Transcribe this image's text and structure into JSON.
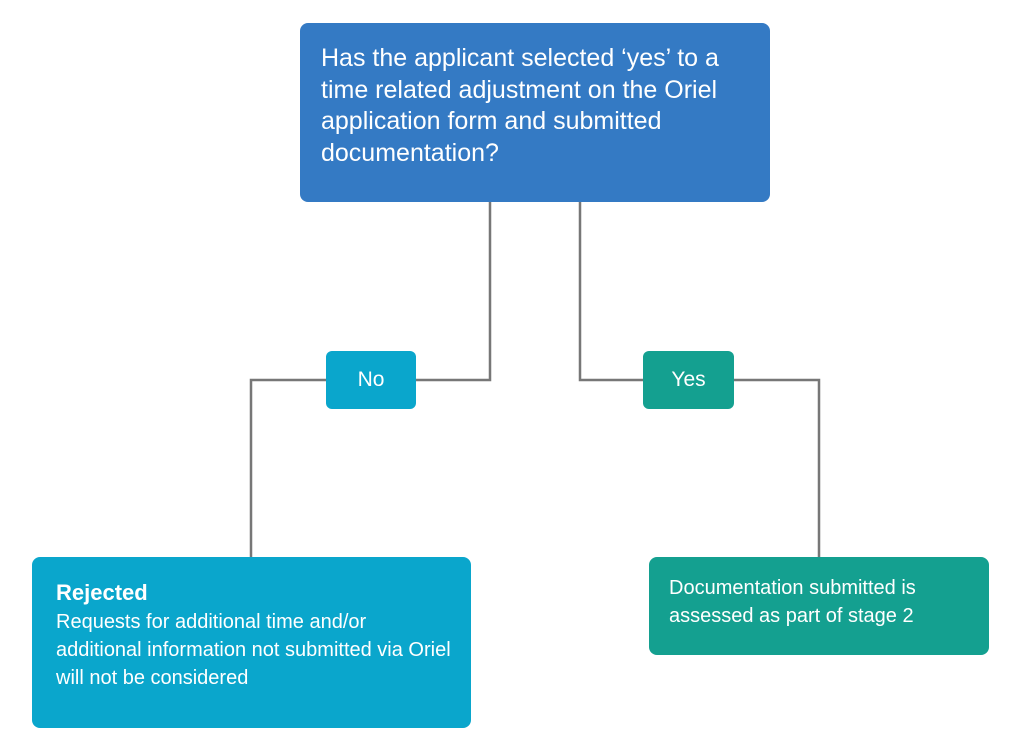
{
  "question": {
    "text": "Has the applicant selected ‘yes’ to a time related adjustment on the Oriel application form and submitted documentation?"
  },
  "decisions": {
    "no_label": "No",
    "yes_label": "Yes"
  },
  "outcomes": {
    "rejected": {
      "title": "Rejected",
      "text": "Requests for additional time and/or additional information not submitted via Oriel will not be considered"
    },
    "assessed": {
      "text": "Documentation submitted is assessed as part of stage 2"
    }
  },
  "colors": {
    "question_box": "#347ac4",
    "no_branch": "#0aa6cc",
    "yes_branch": "#14a090",
    "connector": "#777777"
  }
}
